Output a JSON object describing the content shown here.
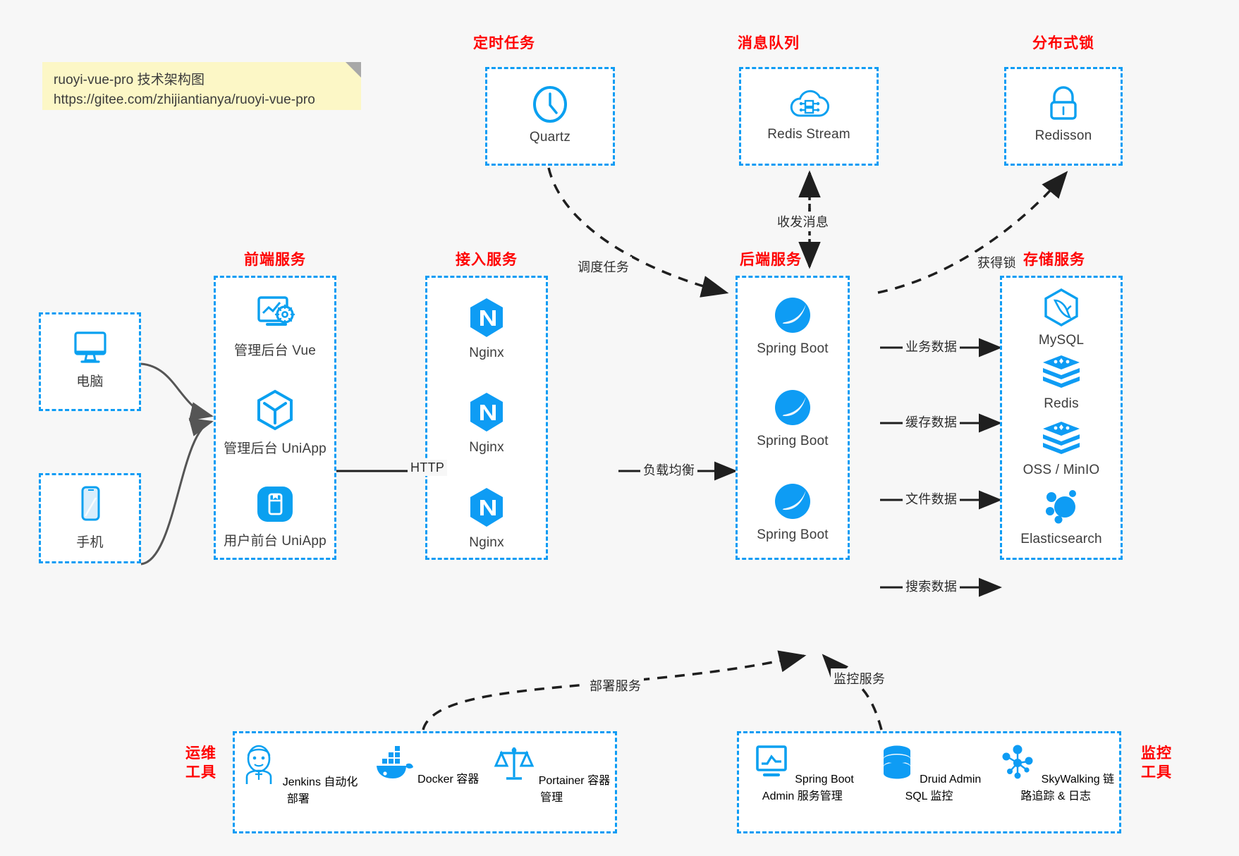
{
  "note": {
    "title_line": "ruoyi-vue-pro 技术架构图",
    "url_line": "https://gitee.com/zhijiantianya/ruoyi-vue-pro"
  },
  "colors": {
    "accent_blue": "#0e9cf4",
    "icon_blue": "#0aa0f0",
    "section_red": "#ff0000",
    "edge_gray": "#555555",
    "edge_dark": "#1f1f1f",
    "note_yellow": "#fcf7c6",
    "canvas_bg": "#f7f7f7"
  },
  "sections": {
    "scheduled_task": "定时任务",
    "message_queue": "消息队列",
    "distributed_lock": "分布式锁",
    "frontend_service": "前端服务",
    "gateway_service": "接入服务",
    "backend_service": "后端服务",
    "storage_service": "存储服务",
    "devops_tools": "运维\n工具",
    "devops_tools_l1": "运维",
    "devops_tools_l2": "工具",
    "monitor_tools_l1": "监控",
    "monitor_tools_l2": "工具"
  },
  "clients": [
    {
      "label": "电脑",
      "icon": "desktop-computer-icon"
    },
    {
      "label": "手机",
      "icon": "smartphone-icon"
    }
  ],
  "scheduled_task_nodes": [
    {
      "label": "Quartz",
      "icon": "clock-icon"
    }
  ],
  "message_queue_nodes": [
    {
      "label": "Redis Stream",
      "icon": "cloud-stream-icon"
    }
  ],
  "distributed_lock_nodes": [
    {
      "label": "Redisson",
      "icon": "lock-icon"
    }
  ],
  "frontend_nodes": [
    {
      "label": "管理后台 Vue",
      "icon": "monitor-gear-icon"
    },
    {
      "label": "管理后台 UniApp",
      "icon": "hexagon-cube-icon"
    },
    {
      "label": "用户前台 UniApp",
      "icon": "mobile-app-icon"
    }
  ],
  "gateway_nodes": [
    {
      "label": "Nginx",
      "icon": "nginx-icon"
    },
    {
      "label": "Nginx",
      "icon": "nginx-icon"
    },
    {
      "label": "Nginx",
      "icon": "nginx-icon"
    }
  ],
  "backend_nodes": [
    {
      "label": "Spring Boot",
      "icon": "spring-boot-icon"
    },
    {
      "label": "Spring Boot",
      "icon": "spring-boot-icon"
    },
    {
      "label": "Spring Boot",
      "icon": "spring-boot-icon"
    }
  ],
  "storage_nodes": [
    {
      "label": "MySQL",
      "icon": "mysql-dolphin-icon"
    },
    {
      "label": "Redis",
      "icon": "redis-stack-icon"
    },
    {
      "label": "OSS / MinIO",
      "icon": "object-storage-icon"
    },
    {
      "label": "Elasticsearch",
      "icon": "elasticsearch-icon"
    }
  ],
  "devops_nodes": [
    {
      "label": "Jenkins",
      "sub": "自动化部署",
      "icon": "jenkins-butler-icon"
    },
    {
      "label": "Docker",
      "sub": "容器",
      "icon": "docker-whale-icon"
    },
    {
      "label": "Portainer",
      "sub": "容器管理",
      "icon": "scales-icon"
    }
  ],
  "monitor_nodes": [
    {
      "label": "Spring Boot Admin",
      "sub": "服务管理",
      "icon": "monitor-chart-icon"
    },
    {
      "label": "Druid Admin",
      "sub": "SQL 监控",
      "icon": "database-icon"
    },
    {
      "label": "SkyWalking",
      "sub": "链路追踪 & 日志",
      "icon": "node-graph-icon"
    }
  ],
  "edge_labels": {
    "http": "HTTP",
    "load_balance": "负载均衡",
    "schedule_task": "调度任务",
    "send_receive_message": "收发消息",
    "acquire_lock": "获得锁",
    "business_data": "业务数据",
    "cache_data": "缓存数据",
    "file_data": "文件数据",
    "search_data": "搜索数据",
    "deploy_service": "部署服务",
    "monitor_service": "监控服务"
  }
}
